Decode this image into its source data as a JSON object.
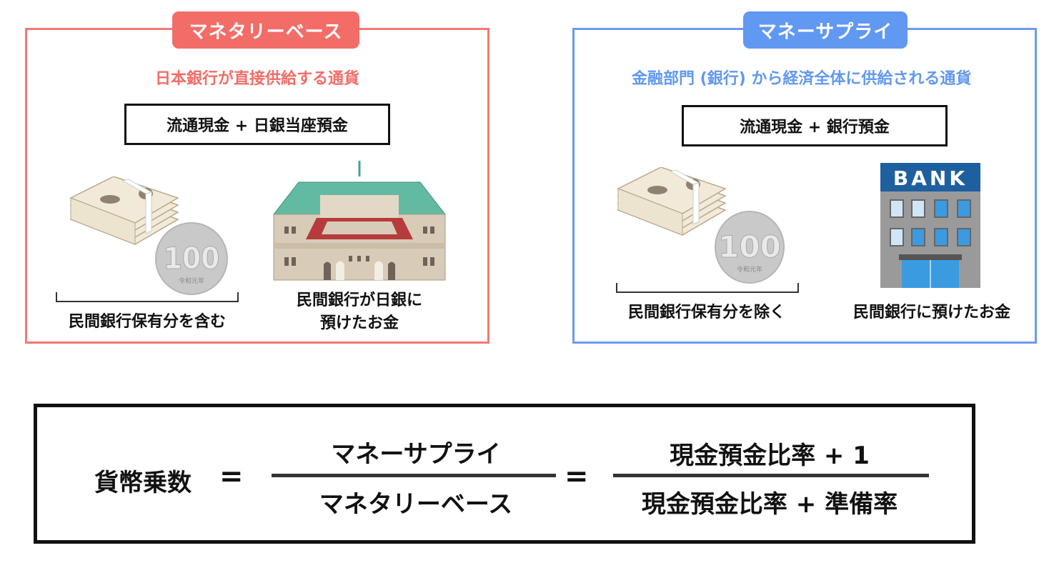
{
  "monetary_base": {
    "title": "マネタリーベース",
    "subtitle": "日本銀行が直接供給する通貨",
    "formula": "流通現金 + 日銀当座預金",
    "left_caption": "民間銀行保有分を含む",
    "right_caption_line1": "民間銀行が日銀に",
    "right_caption_line2": "預けたお金",
    "coin_label": "100",
    "coin_era": "令和元年",
    "accent_color": "#f26d68",
    "illustrations": [
      "banknote-stack-icon",
      "coin-100-yen-icon",
      "bank-of-japan-building-icon"
    ]
  },
  "money_supply": {
    "title": "マネーサプライ",
    "subtitle": "金融部門 (銀行) から経済全体に供給される通貨",
    "formula": "流通現金 + 銀行預金",
    "left_caption": "民間銀行保有分を除く",
    "right_caption": "民間銀行に預けたお金",
    "coin_label": "100",
    "coin_era": "令和元年",
    "bank_sign": "BANK",
    "accent_color": "#6198f2",
    "illustrations": [
      "banknote-stack-icon",
      "coin-100-yen-icon",
      "commercial-bank-building-icon"
    ]
  },
  "equation": {
    "lhs": "貨幣乗数",
    "equals": "=",
    "frac1_numerator": "マネーサプライ",
    "frac1_denominator": "マネタリーベース",
    "frac2_numerator": "現金預金比率 + 1",
    "frac2_denominator": "現金預金比率 + 準備率"
  }
}
